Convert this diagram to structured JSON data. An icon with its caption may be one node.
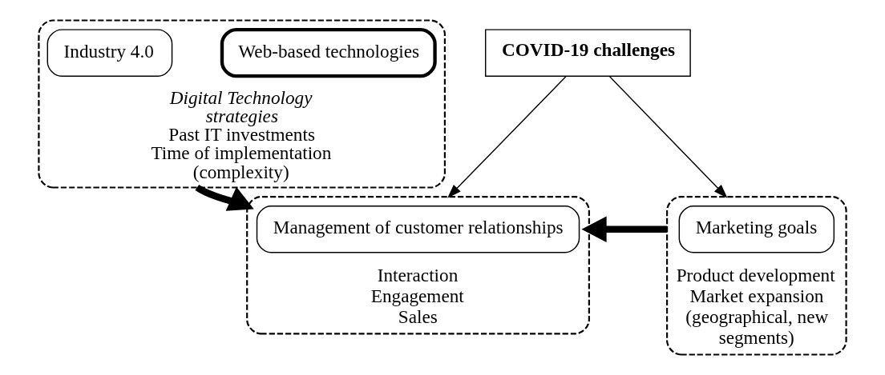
{
  "diagram": {
    "nodes": [
      {
        "text": [
          "Digital Technology strategies",
          "Past IT investments",
          "Time of implementation (complexity)"
        ]
      },
      {
        "text": [
          "Web-based technologies"
        ],
        "in": 0
      },
      {
        "text": [
          "Industry 4.0"
        ],
        "in": 0
      },
      {
        "text": [
          "COVID-19 challenges"
        ]
      },
      {
        "text": [
          "Interaction",
          "Engagement",
          "Sales"
        ]
      },
      {
        "text": [
          "Management of customer relationships"
        ],
        "in": 4
      },
      {
        "text": [
          "Product development",
          "Market expansion (geographical, new segments)"
        ]
      },
      {
        "text": [
          "Marketing goals"
        ],
        "in": 6
      }
    ],
    "edges": [
      {
        "from": 0,
        "to": 4,
        "arrow": "to",
        "style": "thick"
      },
      {
        "from": 6,
        "to": 4,
        "arrow": "to",
        "style": "thick"
      },
      {
        "from": 3,
        "to": 4,
        "arrow": "to"
      },
      {
        "from": 3,
        "to": 6,
        "arrow": "to"
      }
    ]
  }
}
